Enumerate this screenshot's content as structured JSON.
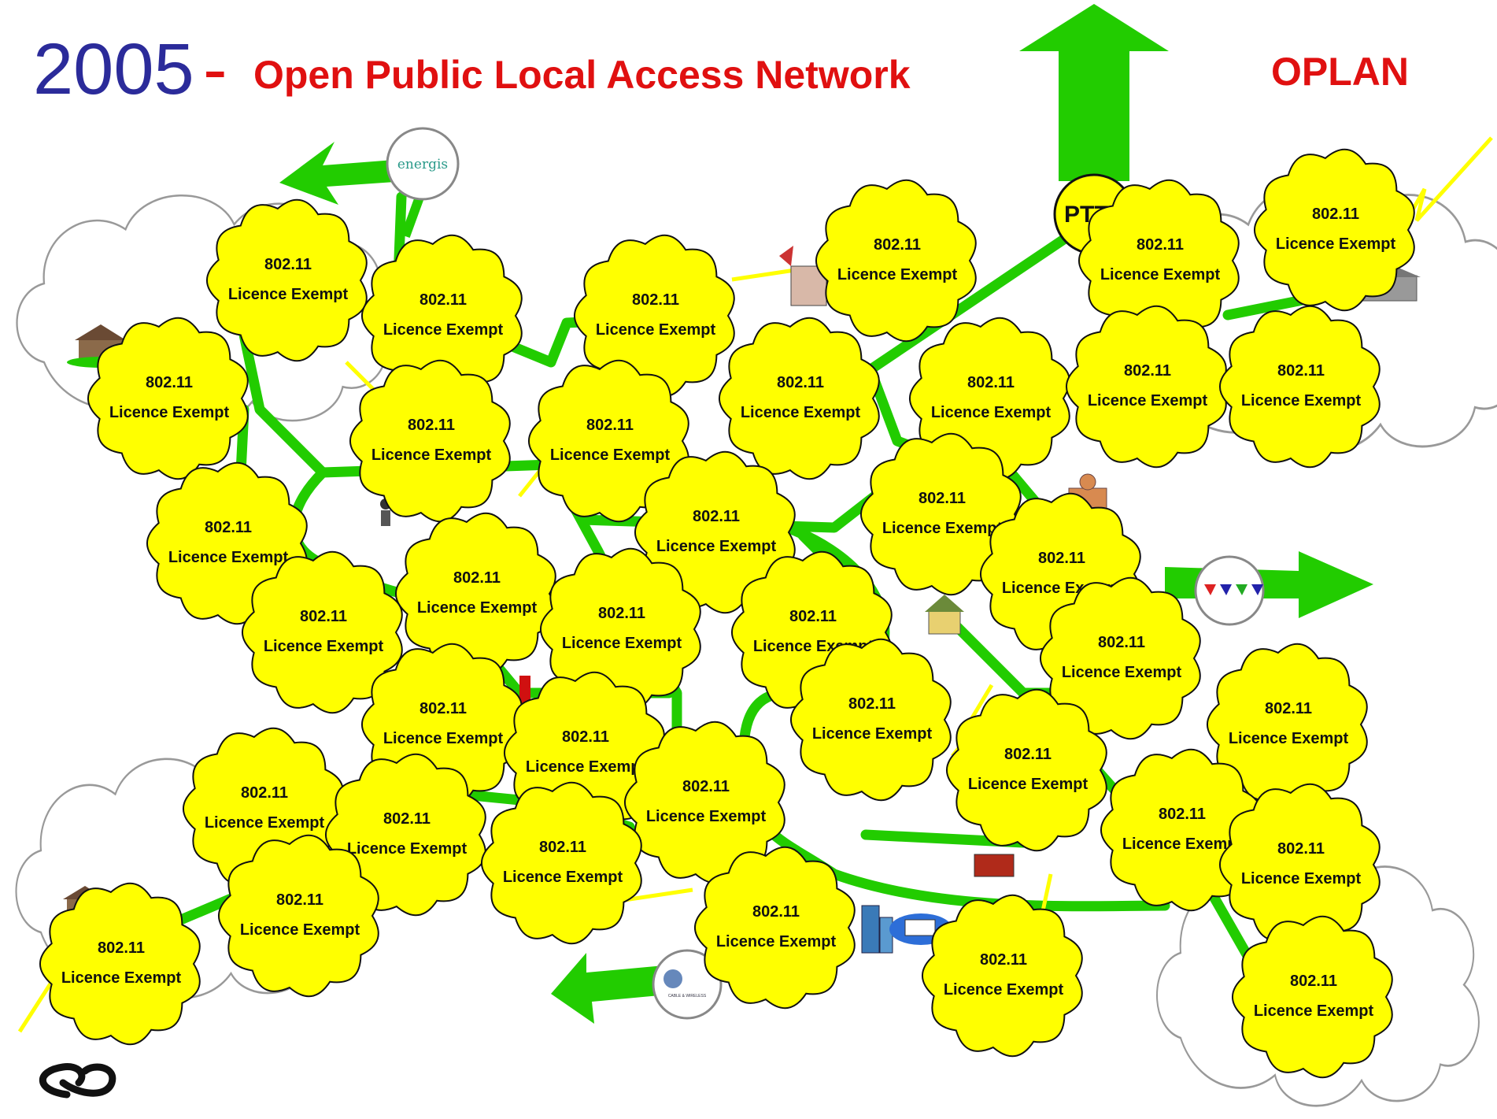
{
  "header": {
    "year": "2005",
    "dash": "-",
    "title": "Open Public Local Access Network",
    "acronym": "OPLAN"
  },
  "operators": {
    "energis": "energis",
    "ptt": "PTT",
    "cable_wireless": "CABLE & WIRELESS"
  },
  "cloud": {
    "line1": "802.11",
    "line2": "Licence Exempt"
  },
  "colors": {
    "backbone": "#22cc00",
    "cloud_fill": "#ffff00",
    "radio_link": "#ffff00",
    "title_blue": "#2b2b9a",
    "title_red": "#e01010"
  }
}
